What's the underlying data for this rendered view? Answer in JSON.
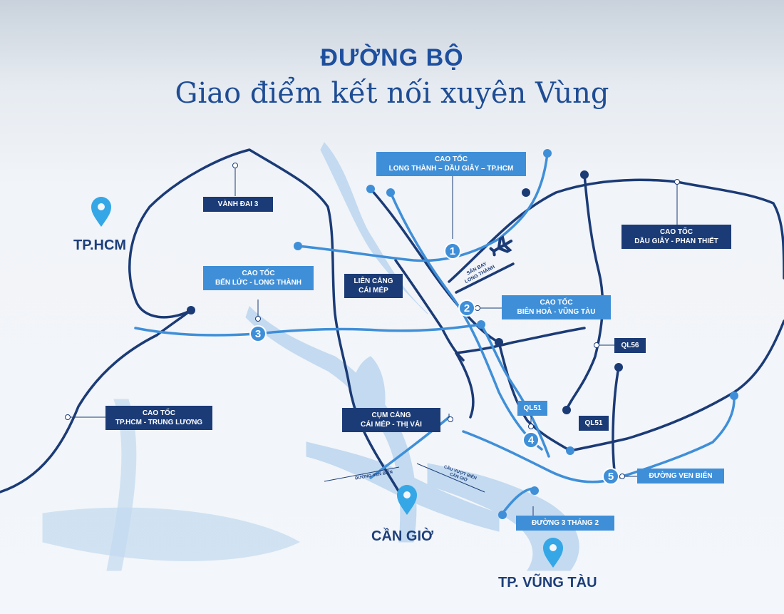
{
  "title": {
    "main": "ĐƯỜNG BỘ",
    "sub": "Giao điểm kết nối xuyên Vùng"
  },
  "colors": {
    "dark_route": "#1b3b76",
    "light_route": "#3f8fd8",
    "water": "#c3daf0",
    "pin": "#35a7e6"
  },
  "labels": {
    "vanh_dai_3": "VÀNH ĐAI 3",
    "cao_toc_lt_dg_l1": "CAO TỐC",
    "cao_toc_lt_dg_l2": "LONG THÀNH – DẦU GIÂY – TP.HCM",
    "cao_toc_dg_pt_l1": "CAO TỐC",
    "cao_toc_dg_pt_l2": "DẦU GIÂY - PHAN THIẾT",
    "cao_toc_bl_lt_l1": "CAO TỐC",
    "cao_toc_bl_lt_l2": "BẾN LỨC - LONG THÀNH",
    "lien_cang_l1": "LIÊN CẢNG",
    "lien_cang_l2": "CÁI MÉP",
    "cao_toc_bh_vt_l1": "CAO TỐC",
    "cao_toc_bh_vt_l2": "BIÊN HOÀ - VŨNG TÀU",
    "ql56": "QL56",
    "cao_toc_hcm_tl_l1": "CAO TỐC",
    "cao_toc_hcm_tl_l2": "TP.HCM - TRUNG LƯƠNG",
    "cum_cang_l1": "CỤM CẢNG",
    "cum_cang_l2": "CÁI MÉP - THỊ VẢI",
    "ql51_a": "QL51",
    "ql51_b": "QL51",
    "duong_ven_bien": "ĐƯỜNG VEN BIỂN",
    "duong_3_thang_2": "ĐƯỜNG 3 THÁNG 2",
    "san_bay_l1": "SÂN BAY",
    "san_bay_l2": "LONG THÀNH",
    "small_ven_bien": "ĐƯỜNG VEN BIỂN",
    "small_cau_l1": "CẦU VƯỢT BIỂN",
    "small_cau_l2": "CẦN GIỜ"
  },
  "cities": {
    "tphcm": "TP.HCM",
    "can_gio": "CẦN GIỜ",
    "vung_tau": "TP. VŨNG TÀU"
  },
  "markers": [
    "1",
    "2",
    "3",
    "4",
    "5"
  ]
}
